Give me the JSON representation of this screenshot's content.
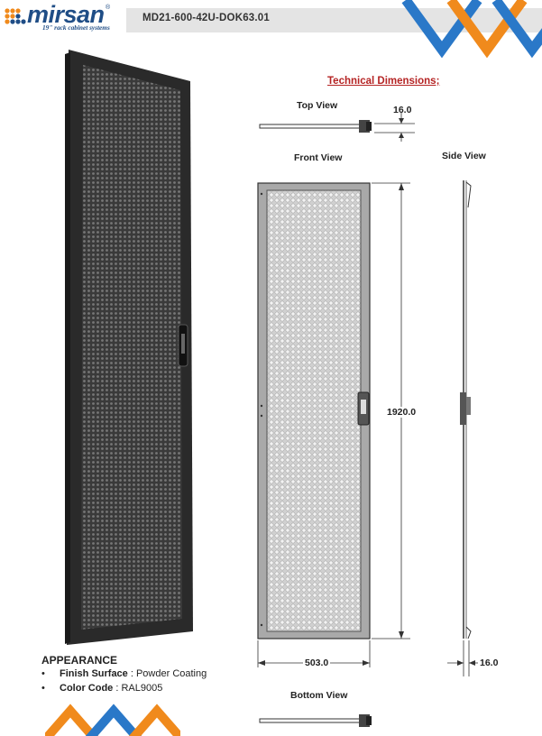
{
  "brand": {
    "name": "mirsan",
    "registered": "®",
    "tagline": "19\" rack cabinet systems"
  },
  "header": {
    "product_code": "MD21-600-42U-DOK63.01"
  },
  "drawing": {
    "title": "Technical Dimensions;",
    "views": {
      "top": "Top View",
      "front": "Front View",
      "side": "Side View",
      "bottom": "Bottom View"
    },
    "dimensions": {
      "top_thickness": "16.0",
      "height": "1920.0",
      "width": "503.0",
      "side_thickness": "16.0"
    }
  },
  "appearance": {
    "heading": "APPEARANCE",
    "items": [
      {
        "bullet": "•",
        "key": "Finish Surface",
        "sep": " : ",
        "value": "Powder Coating"
      },
      {
        "bullet": "•",
        "key": "Color Code",
        "sep": " : ",
        "value": "RAL9005"
      }
    ]
  },
  "colors": {
    "brand_blue": "#1f4d86",
    "accent_orange": "#f08a1c",
    "accent_blue": "#2a78c8",
    "title_red": "#b52424",
    "header_gray": "#e4e4e4",
    "door_black": "#2a2a2a"
  }
}
